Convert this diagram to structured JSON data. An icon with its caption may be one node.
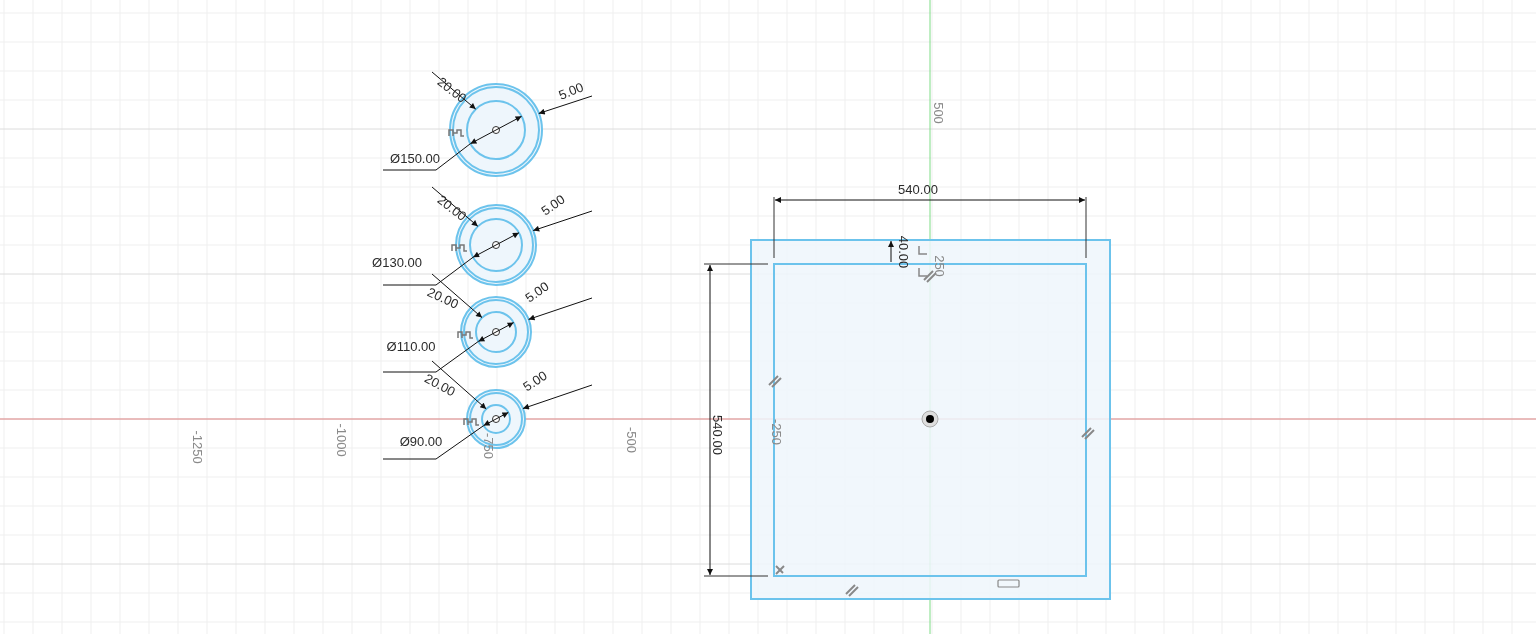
{
  "diagram": {
    "labels": [
      "20.00",
      "5.00",
      "500",
      "Ø150.00",
      "540.00",
      "20.00",
      "5.00",
      "40.00",
      "250",
      "Ø130.00",
      "20.00",
      "5.00",
      "Ø110.00",
      "20.00",
      "5.00",
      "Ø90.00",
      "-1250",
      "-1000",
      "-750",
      "-500",
      "-250",
      "540.00"
    ]
  }
}
